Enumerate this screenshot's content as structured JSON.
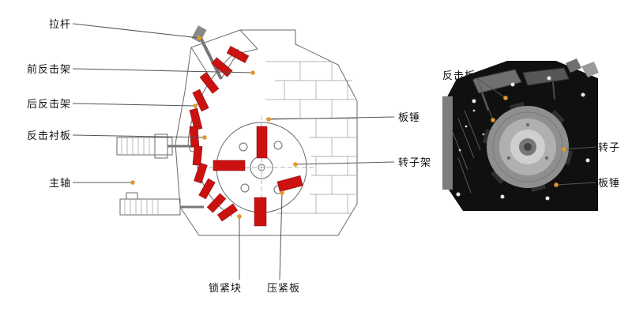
{
  "figure": {
    "type": "labeled technical diagram of an impact crusher (cross-section schematic + rotor photo)"
  },
  "schematic": {
    "labels": {
      "tie_rod": "拉杆",
      "front_impact_frame": "前反击架",
      "rear_impact_frame": "后反击架",
      "impact_liner": "反击衬板",
      "main_shaft": "主轴",
      "plate_hammer": "板锤",
      "rotor_frame": "转子架",
      "locking_block": "锁紧块",
      "pressing_plate": "压紧板"
    }
  },
  "photo": {
    "labels": {
      "impact_plate": "反击板",
      "rotor": "转子",
      "plate_hammer": "板锤"
    }
  },
  "colors": {
    "highlight_red": "#cc1111",
    "leader_line": "#555555",
    "marker_dot": "#e09a28"
  }
}
